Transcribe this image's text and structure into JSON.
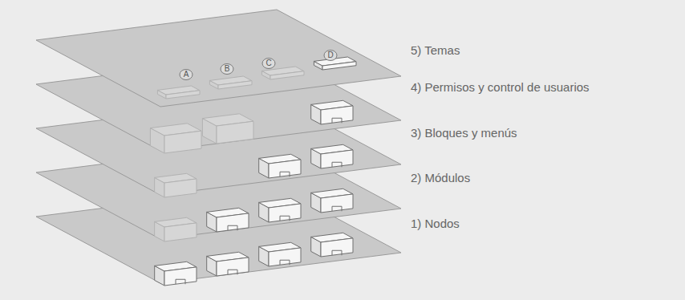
{
  "diagram": {
    "labels": [
      "5) Temas",
      "4) Permisos y control de usuarios",
      "3) Bloques y menús",
      "2) Módulos",
      "1) Nodos",
      "A",
      "B",
      "C",
      "D"
    ]
  }
}
